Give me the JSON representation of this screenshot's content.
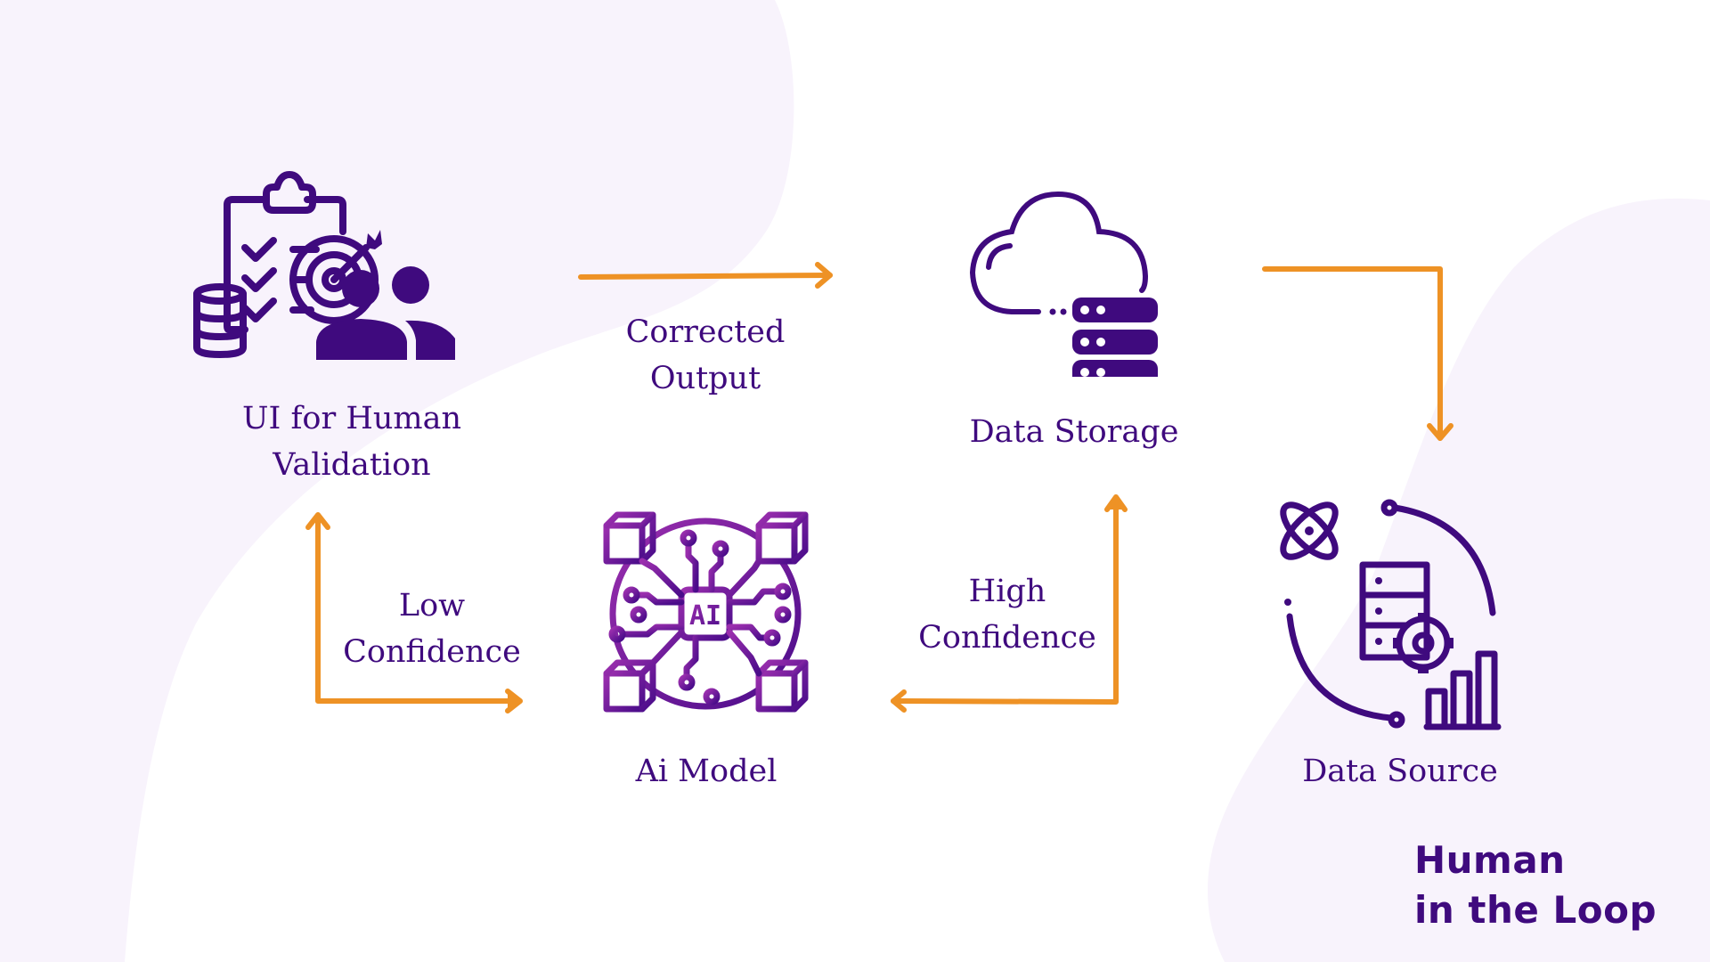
{
  "title": {
    "line1": "Human",
    "line2": "in the Loop"
  },
  "nodes": {
    "ui_validation": {
      "line1": "UI for Human",
      "line2": "Validation",
      "icon": "clipboard-target-people-icon"
    },
    "data_storage": {
      "line1": "Data Storage",
      "icon": "cloud-server-icon"
    },
    "data_source": {
      "line1": "Data Source",
      "icon": "data-source-icon"
    },
    "ai_model": {
      "line1": "Ai Model",
      "icon": "ai-chip-icon"
    }
  },
  "edges": {
    "corrected_output": {
      "line1": "Corrected",
      "line2": "Output",
      "from": "UI for Human Validation",
      "to": "Data Storage"
    },
    "storage_to_source": {
      "from": "Data Storage",
      "to": "Data Source"
    },
    "high_confidence": {
      "line1": "High",
      "line2": "Confidence",
      "from": "Ai Model",
      "to": "Data Storage"
    },
    "low_confidence": {
      "line1": "Low",
      "line2": "Confidence",
      "from": "Ai Model",
      "to": "UI for Human Validation"
    }
  },
  "colors": {
    "primary_purple": "#3f0a7e",
    "gradient_purple": "#8a2aa8",
    "arrow_orange": "#ee9225",
    "background_tint": "#f8f3fc"
  }
}
